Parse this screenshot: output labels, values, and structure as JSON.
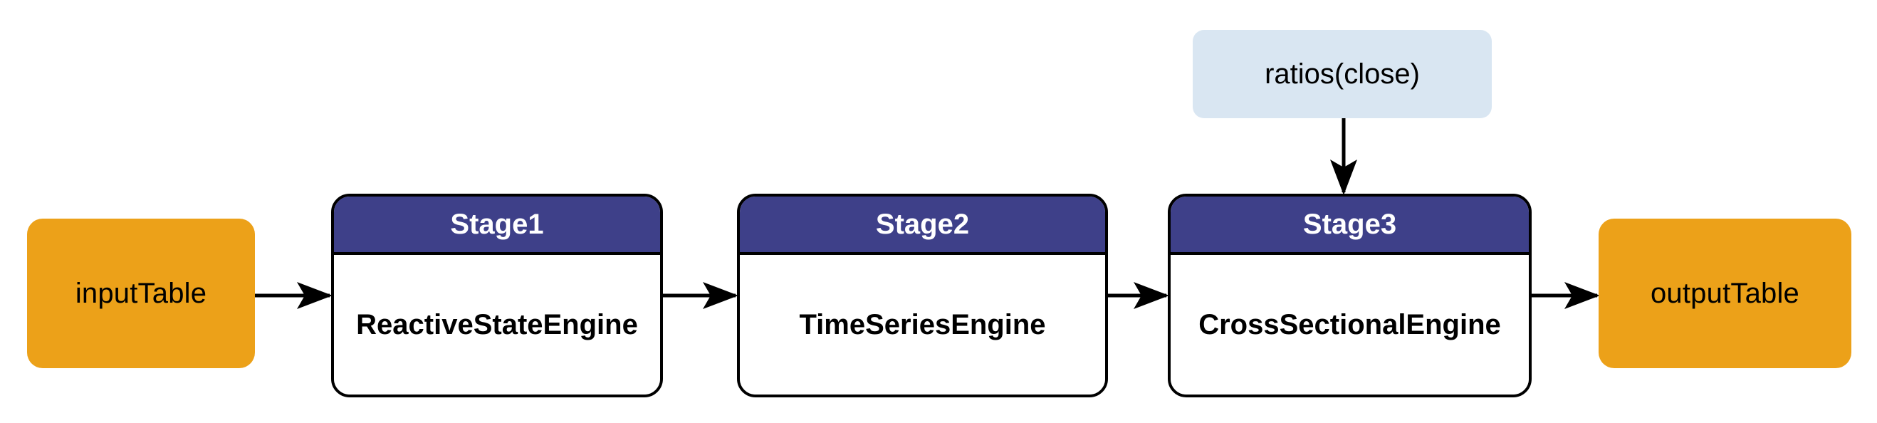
{
  "diagram": {
    "type": "flowchart",
    "direction": "left-to-right",
    "background_color": "#ffffff",
    "palette": {
      "terminal_fill": "#eca119",
      "stage_header_fill": "#3e4089",
      "stage_header_text": "#ffffff",
      "stage_body_fill": "#ffffff",
      "stage_border": "#000000",
      "data_fill": "#d9e6f2",
      "edge_color": "#000000",
      "text_color": "#000000"
    },
    "nodes": {
      "input_table": {
        "label": "inputTable",
        "shape": "rounded-rect",
        "fill": "#eca119"
      },
      "stage1": {
        "title": "Stage1",
        "engine": "ReactiveStateEngine"
      },
      "stage2": {
        "title": "Stage2",
        "engine": "TimeSeriesEngine"
      },
      "stage3": {
        "title": "Stage3",
        "engine": "CrossSectionalEngine"
      },
      "ratios": {
        "label": "ratios(close)",
        "shape": "rounded-rect",
        "fill": "#d9e6f2"
      },
      "output_table": {
        "label": "outputTable",
        "shape": "rounded-rect",
        "fill": "#eca119"
      }
    },
    "edges": [
      {
        "from": "inputTable",
        "to": "Stage1",
        "style": "solid-arrow",
        "direction": "right"
      },
      {
        "from": "Stage1",
        "to": "Stage2",
        "style": "solid-arrow",
        "direction": "right"
      },
      {
        "from": "Stage2",
        "to": "Stage3",
        "style": "solid-arrow",
        "direction": "right"
      },
      {
        "from": "Stage3",
        "to": "outputTable",
        "style": "solid-arrow",
        "direction": "right"
      },
      {
        "from": "ratios(close)",
        "to": "Stage3",
        "style": "solid-arrow",
        "direction": "down"
      }
    ]
  }
}
